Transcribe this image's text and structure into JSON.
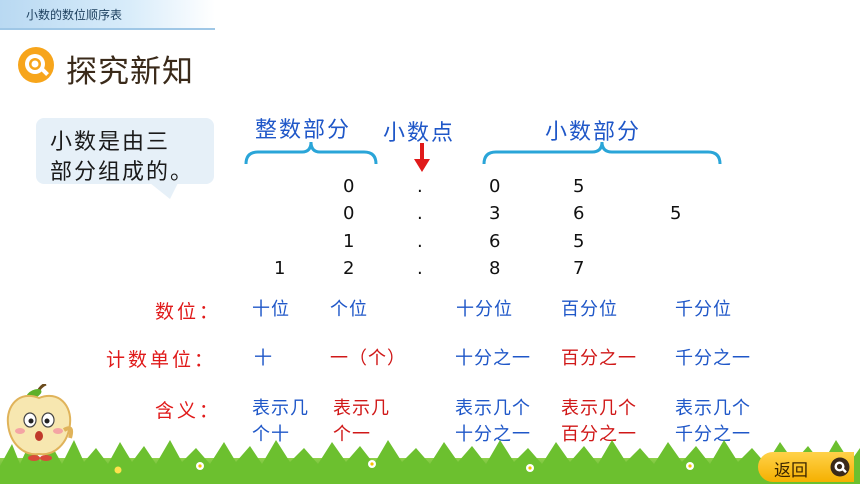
{
  "header": {
    "label": "小数的数位顺序表"
  },
  "title": {
    "text": "探究新知"
  },
  "bubble": {
    "line1": "小数是由三",
    "line2": "部分组成的。"
  },
  "labels": {
    "integer_part": "整数部分",
    "decimal_point": "小数点",
    "decimal_part": "小数部分"
  },
  "numbers": [
    [
      "",
      "0",
      ".",
      "0",
      "5",
      ""
    ],
    [
      "",
      "0",
      ".",
      "3",
      "6",
      "5"
    ],
    [
      "",
      "1",
      ".",
      "6",
      "5",
      ""
    ],
    [
      "1",
      "2",
      ".",
      "8",
      "7",
      ""
    ]
  ],
  "rows": {
    "place": {
      "label": "数位：",
      "cells": [
        "十位",
        "个位",
        "十分位",
        "百分位",
        "千分位"
      ]
    },
    "unit": {
      "label": "计数单位：",
      "cells": [
        "十",
        "一（个）",
        "十分之一",
        "百分之一",
        "千分之一"
      ]
    },
    "meaning": {
      "label": "含义：",
      "cells": [
        [
          "表示几",
          "个十"
        ],
        [
          "表示几",
          "个一"
        ],
        [
          "表示几个",
          "十分之一"
        ],
        [
          "表示几个",
          "百分之一"
        ],
        [
          "表示几个",
          "千分之一"
        ]
      ]
    }
  },
  "back_button": {
    "label": "返回"
  },
  "colors": {
    "blue": "#1f57c8",
    "red": "#e01a1a",
    "button": "#f5b000"
  },
  "icons": {
    "title": "magnifier-q-icon",
    "back": "magnifier-q-icon",
    "mascot": "apple-mascot"
  }
}
